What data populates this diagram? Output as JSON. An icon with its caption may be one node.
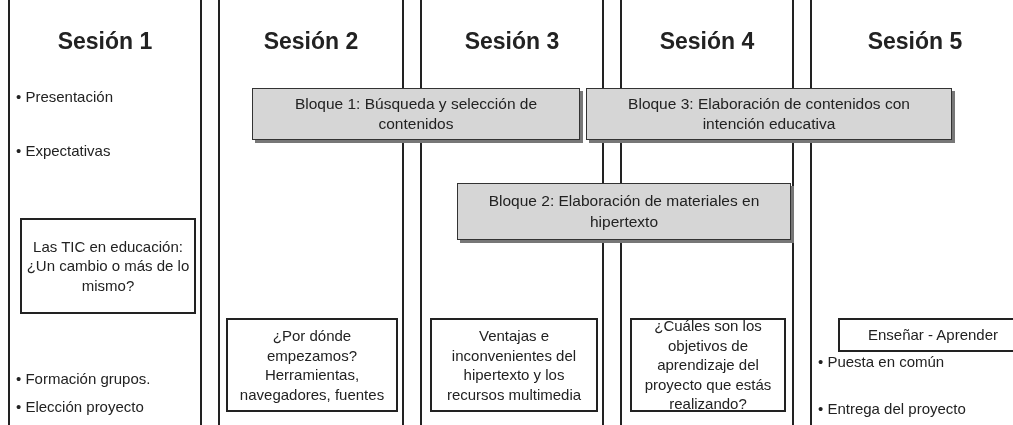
{
  "diagram": {
    "nodes": [
      {
        "text": [
          "Sesión 1",
          "• Presentación",
          "• Expectativas",
          "• Formación grupos.",
          "• Elección proyecto"
        ]
      },
      {
        "text": [
          "Sesión 2"
        ]
      },
      {
        "text": [
          "Sesión 3"
        ]
      },
      {
        "text": [
          "Sesión 4"
        ]
      },
      {
        "text": [
          "Sesión 5",
          "• Puesta en común",
          "• Entrega del proyecto"
        ]
      },
      {
        "text": [
          "Bloque 1: Búsqueda y selección de contenidos"
        ]
      },
      {
        "text": [
          "Bloque 3: Elaboración de contenidos con intención educativa"
        ]
      },
      {
        "text": [
          "Bloque 2: Elaboración de materiales en hipertexto"
        ]
      },
      {
        "text": [
          "Las TIC en educación: ¿Un cambio o más de lo mismo?"
        ],
        "in": 0
      },
      {
        "text": [
          "¿Por dónde empezamos? Herramientas, navegadores, fuentes"
        ],
        "in": 1
      },
      {
        "text": [
          "Ventajas e inconvenientes del hipertexto y los recursos multimedia"
        ],
        "in": 2
      },
      {
        "text": [
          "¿Cuáles son los objetivos de aprendizaje del proyecto que estás realizando?"
        ],
        "in": 3
      },
      {
        "text": [
          "Enseñar - Aprender"
        ],
        "in": 4
      }
    ]
  }
}
